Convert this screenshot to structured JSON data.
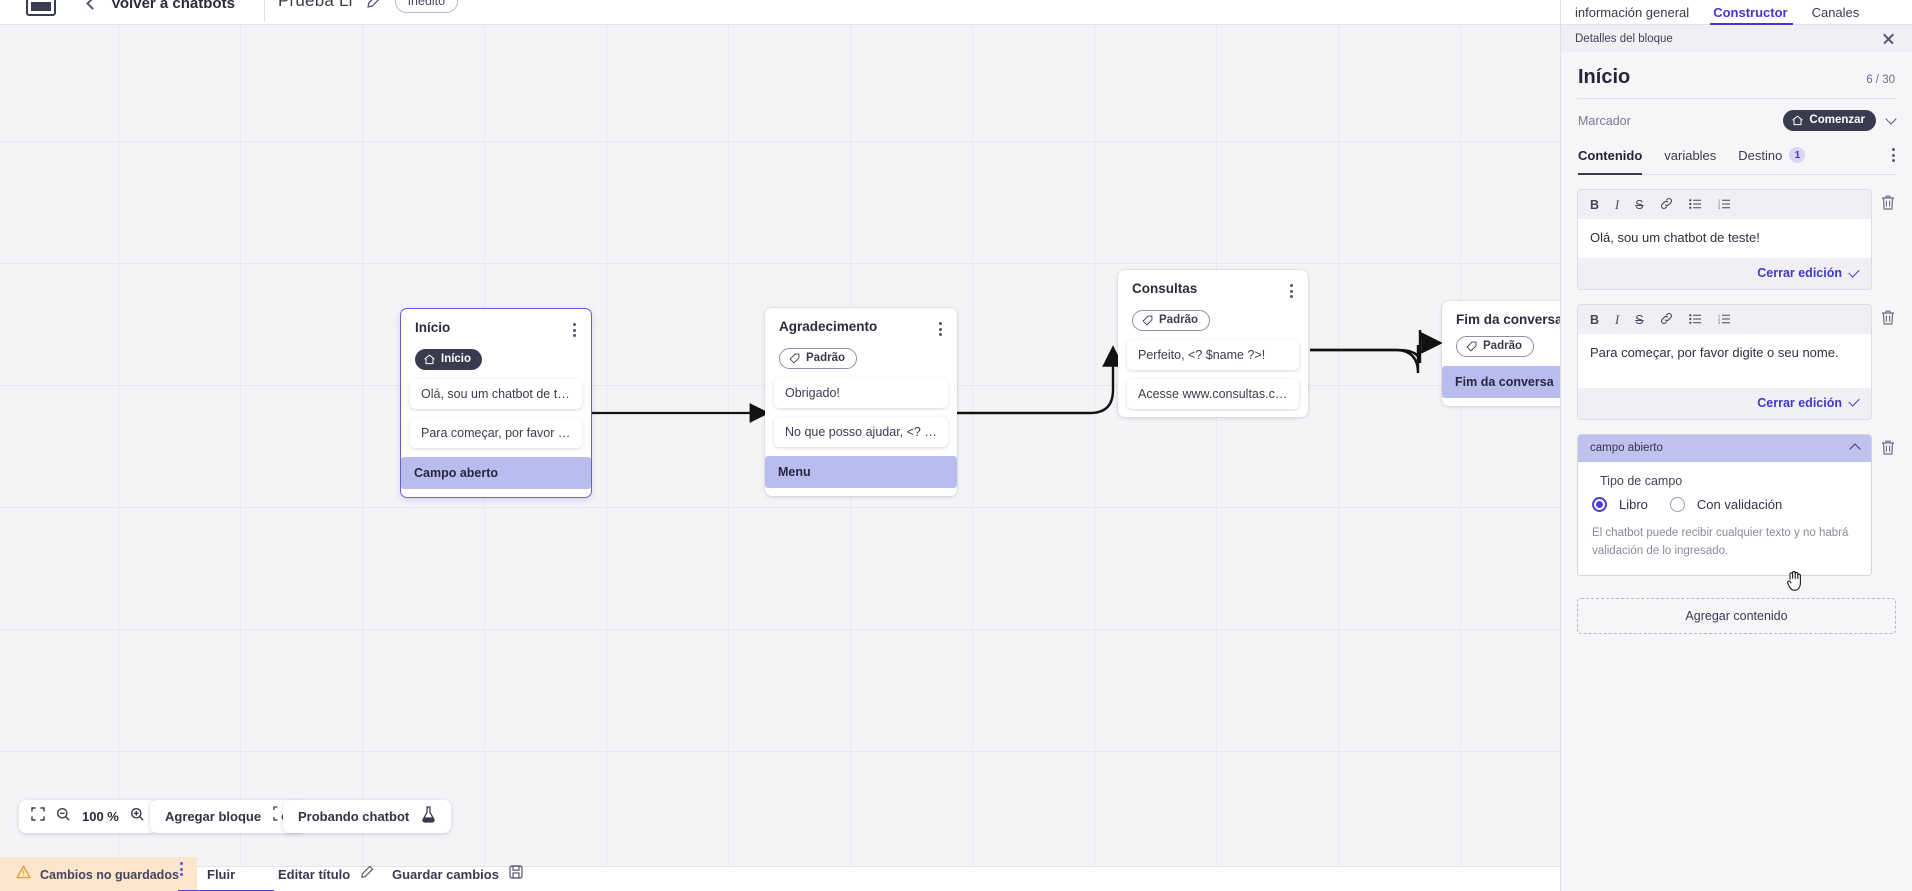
{
  "topbar": {
    "logo_icon": "app-logo-icon",
    "back_label": "Volver a chatbots",
    "bot_name": "Prueba Li",
    "edit_icon": "pencil-icon",
    "status_pill": "Inédito"
  },
  "canvas": {
    "nodes": [
      {
        "title": "Início",
        "badge": "Início",
        "badge_type": "start",
        "selected": true,
        "messages": [
          "Olá, sou um chatbot de teste!",
          "Para começar, por favor digite o ..."
        ],
        "block": "Campo aberto"
      },
      {
        "title": "Agradecimento",
        "badge": "Padrão",
        "badge_type": "default",
        "selected": false,
        "messages": [
          "Obrigado!",
          "No que posso ajudar, <? $name ..."
        ],
        "block": "Menu"
      },
      {
        "title": "Consultas",
        "badge": "Padrão",
        "badge_type": "default",
        "selected": false,
        "messages": [
          "Perfeito, <? $name ?>!",
          "Acesse www.consultas.com par..."
        ],
        "block": null
      },
      {
        "title": "Fim da conversa",
        "badge": "Padrão",
        "badge_type": "default",
        "selected": false,
        "messages": [],
        "block": "Fim da conversa"
      }
    ],
    "toolbar": {
      "fit_icon": "fit-screen-icon",
      "zoom_out_icon": "zoom-out-icon",
      "zoom_level": "100 %",
      "zoom_in_icon": "zoom-in-icon",
      "add_block_label": "Agregar bloque",
      "add_block_icon": "add-block-icon",
      "test_label": "Probando chatbot",
      "test_icon": "flask-icon"
    }
  },
  "bottombar": {
    "warning_icon": "warning-icon",
    "unsaved_label": "Cambios no guardados",
    "kebab_icon": "kebab-menu-icon",
    "flow_label": "Fluir",
    "edit_title_label": "Editar título",
    "edit_title_icon": "pencil-icon",
    "save_label": "Guardar cambios",
    "save_icon": "save-disk-icon"
  },
  "right_panel": {
    "tabs": [
      {
        "label": "información general",
        "active": false
      },
      {
        "label": "Constructor",
        "active": true
      },
      {
        "label": "Canales",
        "active": false
      }
    ],
    "subheader": {
      "label": "Detalles del bloque",
      "close_icon": "close-icon"
    },
    "block": {
      "title": "Início",
      "count": "6 / 30",
      "marker_label": "Marcador",
      "marker_value": "Comenzar",
      "marker_icon": "home-icon",
      "marker_chevron": "chevron-down-icon"
    },
    "content_tabs": [
      {
        "label": "Contenido",
        "active": true,
        "badge": null
      },
      {
        "label": "variables",
        "active": false,
        "badge": null
      },
      {
        "label": "Destino",
        "active": false,
        "badge": "1"
      }
    ],
    "content_tabs_kebab": "kebab-menu-icon",
    "editors": [
      {
        "toolbar": [
          "B",
          "I",
          "S",
          "link",
          "bullet-list",
          "numbered-list"
        ],
        "text": "Olá, sou um chatbot de teste!",
        "close_label": "Cerrar edición",
        "delete_icon": "trash-icon"
      },
      {
        "toolbar": [
          "B",
          "I",
          "S",
          "link",
          "bullet-list",
          "numbered-list"
        ],
        "text": "Para começar, por favor digite o seu nome.",
        "close_label": "Cerrar edición",
        "delete_icon": "trash-icon"
      }
    ],
    "open_field": {
      "header": "campo abierto",
      "collapse_icon": "chevron-up-icon",
      "delete_icon": "trash-icon",
      "field_type_label": "Tipo de campo",
      "options": [
        {
          "label": "Libro",
          "selected": true
        },
        {
          "label": "Con validación",
          "selected": false
        }
      ],
      "help_text": "El chatbot puede recibir cualquier texto y no habrá validación de lo ingresado."
    },
    "add_content_label": "Agregar contenido"
  },
  "colors": {
    "accent": "#4338c7",
    "block_highlight": "#b9bdee",
    "warning_bg": "#fbe6cd",
    "node_selected_border": "#6d5fd0"
  }
}
